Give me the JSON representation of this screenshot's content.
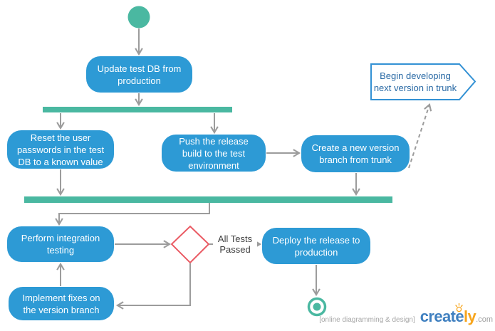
{
  "diagram": {
    "type": "uml-activity-diagram",
    "colors": {
      "activity_fill": "#2D9AD5",
      "activity_text": "#FFFFFF",
      "sync_bar_teal": "#4AB8A1",
      "start_end_node_teal": "#4AB8A1",
      "decision_border_red": "#EA5B64",
      "signal_border_blue": "#3391D4",
      "signal_text_blue": "#2A6AA5",
      "connector_gray": "#9C9C9C",
      "edge_label_text": "#404040"
    },
    "nodes": {
      "start": {
        "name": "initial node"
      },
      "update_test_db": {
        "lines": [
          "Update test DB from",
          "production"
        ]
      },
      "reset_passwords": {
        "lines": [
          "Reset the user",
          "passwords in the test",
          "DB to a known value"
        ]
      },
      "push_release": {
        "lines": [
          "Push the release",
          "build to the test",
          "environment"
        ]
      },
      "create_branch": {
        "lines": [
          "Create a new version",
          "branch from trunk"
        ]
      },
      "begin_developing": {
        "lines": [
          "Begin developing",
          "next version in trunk"
        ]
      },
      "perform_testing": {
        "lines": [
          "Perform integration",
          "testing"
        ]
      },
      "deploy_release": {
        "lines": [
          "Deploy the release to",
          "production"
        ]
      },
      "implement_fixes": {
        "lines": [
          "Implement fixes on",
          "the version branch"
        ]
      },
      "decision": {
        "label_lines": [
          "All Tests",
          "Passed"
        ]
      },
      "end": {
        "name": "final node"
      }
    }
  },
  "watermark": {
    "tagline": "[online diagramming & design]",
    "logo": {
      "blue_part": "creat",
      "bulb_letter": "e",
      "orange_part": "ly",
      "domain_suffix": ".com"
    }
  }
}
